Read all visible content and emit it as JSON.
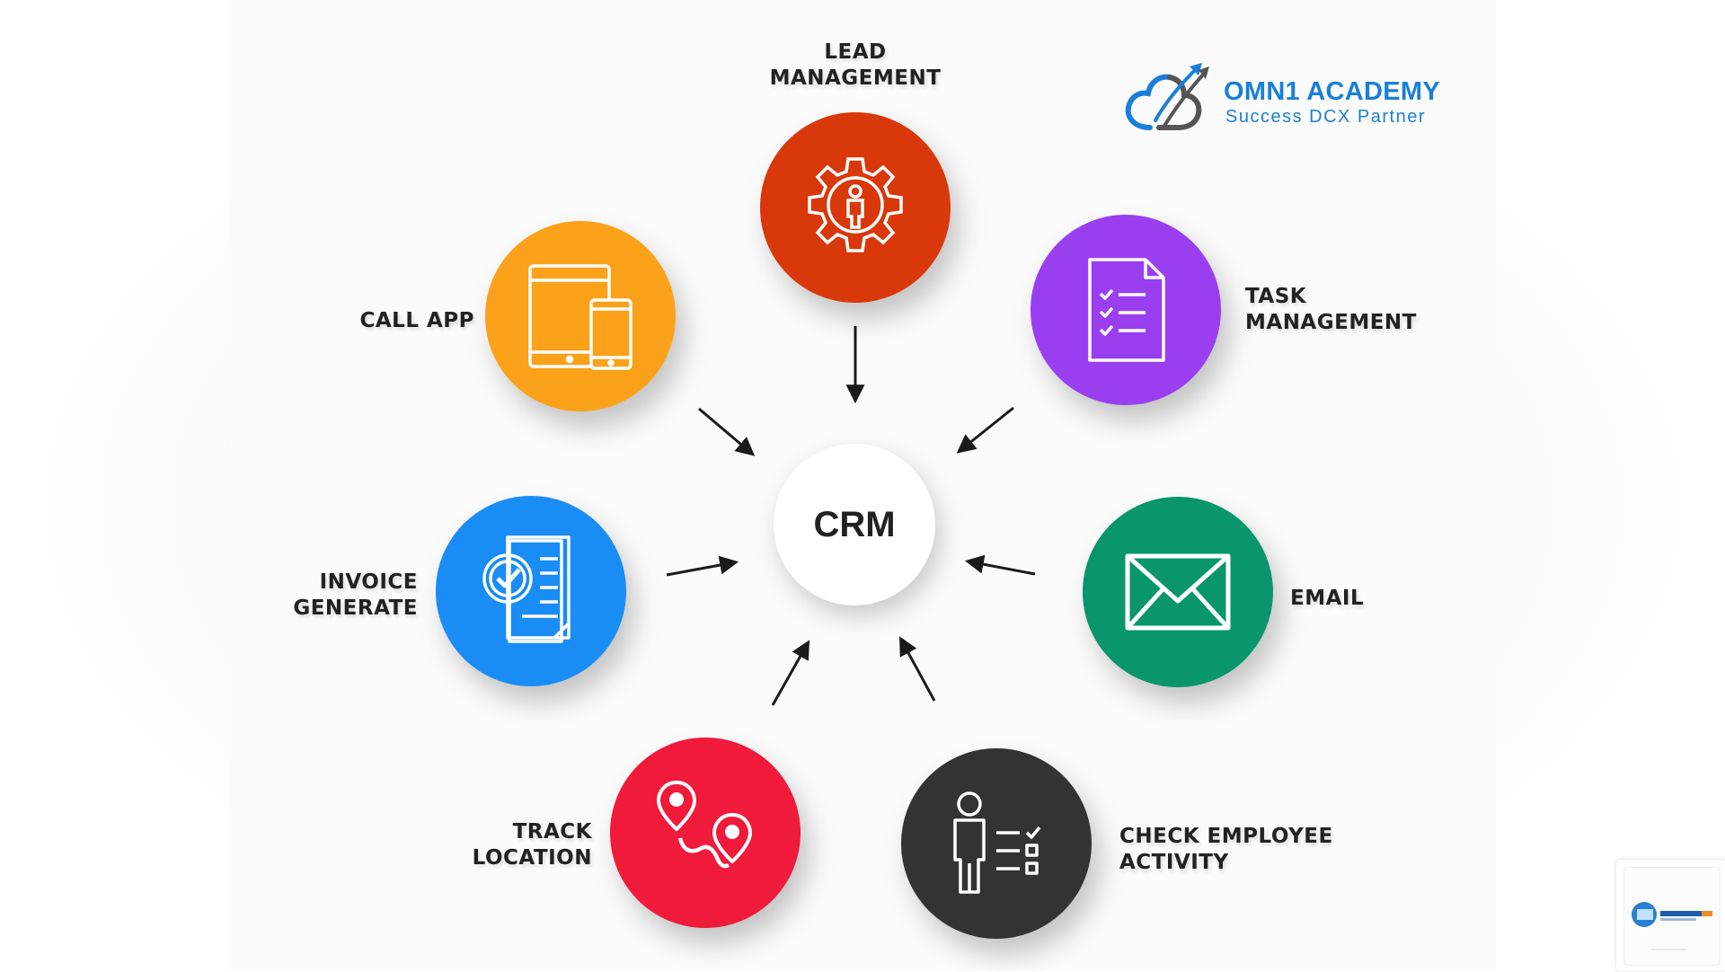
{
  "center": {
    "label": "CRM"
  },
  "nodes": [
    {
      "id": "lead-management",
      "lines": [
        "LEAD",
        "MANAGEMENT"
      ],
      "color": "#d9380b",
      "icon": "gear-person-icon"
    },
    {
      "id": "task-management",
      "lines": [
        "TASK",
        "MANAGEMENT"
      ],
      "color": "#9a3ff0",
      "icon": "checklist-document-icon"
    },
    {
      "id": "email",
      "lines": [
        "EMAIL"
      ],
      "color": "#09966a",
      "icon": "envelope-icon"
    },
    {
      "id": "check-employee-activity",
      "lines": [
        "CHECK EMPLOYEE",
        "ACTIVITY"
      ],
      "color": "#333333",
      "icon": "person-checklist-icon"
    },
    {
      "id": "track-location",
      "lines": [
        "TRACK",
        "LOCATION"
      ],
      "color": "#f01a3a",
      "icon": "route-pins-icon"
    },
    {
      "id": "invoice-generate",
      "lines": [
        "INVOICE",
        "GENERATE"
      ],
      "color": "#1a8cf5",
      "icon": "invoice-check-icon"
    },
    {
      "id": "call-app",
      "lines": [
        "CALL APP"
      ],
      "color": "#fba21a",
      "icon": "tablet-phone-icon"
    }
  ],
  "brand": {
    "title": "OMN1 ACADEMY",
    "subtitle": "Success DCX Partner",
    "color": "#1a7fd8",
    "icon": "cloud-arrow-logo-icon"
  },
  "watermark": {
    "icon": "maytinh365-logo-icon"
  }
}
